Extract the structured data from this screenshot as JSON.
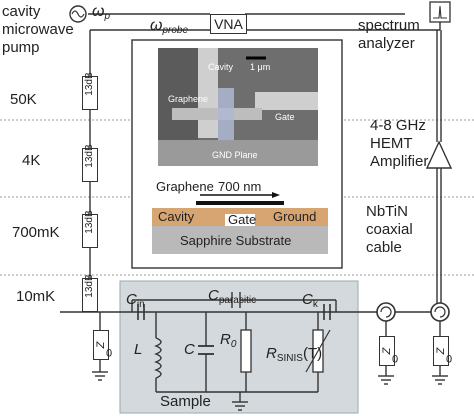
{
  "title": "",
  "pump": {
    "line1": "cavity",
    "line2": "microwave",
    "line3": "pump",
    "omega_p": "ω",
    "omega_p_sub": "p"
  },
  "vna": {
    "omega_probe": "ω",
    "omega_probe_sub": "probe",
    "label": "VNA"
  },
  "spectrum": {
    "line1": "spectrum",
    "line2": "analyzer"
  },
  "temps": [
    "50K",
    "4K",
    "700mK",
    "10mK"
  ],
  "attenuator": "13dB",
  "hemt": {
    "line1": "4-8 GHz",
    "line2": "HEMT",
    "line3": "Amplifier"
  },
  "cable": {
    "line1": "NbTiN",
    "line2": "coaxial",
    "line3": "cable"
  },
  "sem": {
    "cavity": "Cavity",
    "scale": "1 μm",
    "graphene": "Graphene",
    "gate": "Gate",
    "gnd": "GND Plane"
  },
  "cross_section": {
    "graphene": "Graphene",
    "length": "700 nm",
    "cavity": "Cavity",
    "gate": "Gate",
    "ground": "Ground",
    "substrate": "Sapphire Substrate"
  },
  "circuit": {
    "c_in": "C",
    "c_in_sub": "in",
    "c_parasitic": "C",
    "c_parasitic_sub": "parasitic",
    "c_k": "C",
    "c_k_sub": "k",
    "L": "L",
    "C": "C",
    "R0": "R",
    "R0_sub": "0",
    "rsinis": "R",
    "rsinis_sub": "SINIS",
    "rsinis_tail": "(T)",
    "sample": "Sample",
    "z0": "Z",
    "z0_sub": "0"
  },
  "colors": {
    "sample_bg": "#d3d9dc",
    "copper": "#d7a571",
    "substrate": "#b9b9b9",
    "sem_bg": "#6e6e6e"
  }
}
